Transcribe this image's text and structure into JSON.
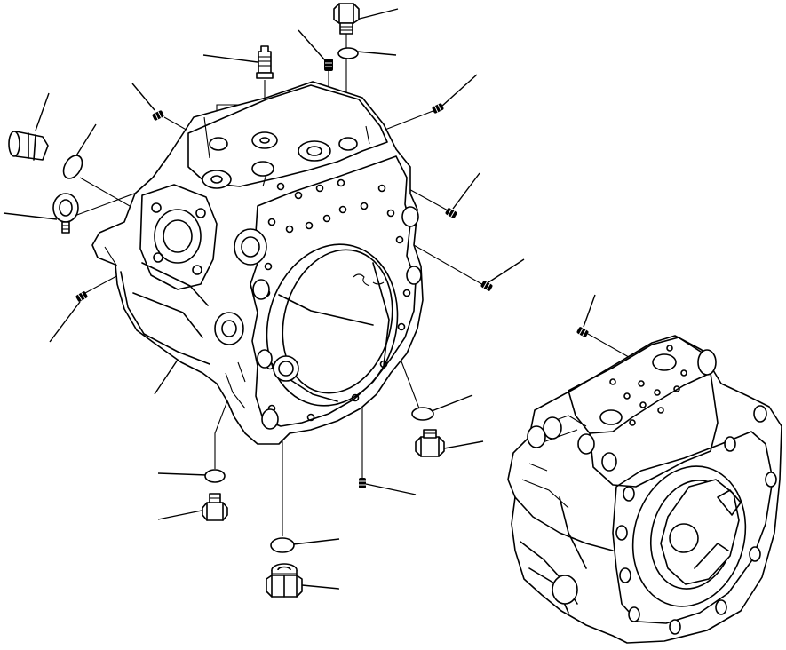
{
  "diagram": {
    "type": "exploded-parts-view",
    "line_color": "#000000",
    "background": "#ffffff",
    "parts": [
      {
        "id": "plug-top",
        "shape": "hex-plug"
      },
      {
        "id": "o-ring-top",
        "shape": "o-ring"
      },
      {
        "id": "orifice-top",
        "shape": "set-screw"
      },
      {
        "id": "sensor-top",
        "shape": "threaded-fitting"
      },
      {
        "id": "plug-left-1",
        "shape": "small-plug"
      },
      {
        "id": "plug-right-1",
        "shape": "small-plug"
      },
      {
        "id": "large-plug-left",
        "shape": "cap-plug"
      },
      {
        "id": "o-ring-left",
        "shape": "o-ring"
      },
      {
        "id": "eye-bolt",
        "shape": "lifting-eye"
      },
      {
        "id": "plug-right-2",
        "shape": "small-plug"
      },
      {
        "id": "plug-right-3",
        "shape": "small-plug"
      },
      {
        "id": "plug-left-2",
        "shape": "small-plug"
      },
      {
        "id": "pump-case",
        "shape": "housing"
      },
      {
        "id": "o-ring-right",
        "shape": "o-ring"
      },
      {
        "id": "plug-right-4",
        "shape": "hex-plug"
      },
      {
        "id": "o-ring-bottom-left",
        "shape": "o-ring"
      },
      {
        "id": "plug-bottom-left",
        "shape": "hex-plug"
      },
      {
        "id": "plug-bottom-center",
        "shape": "small-plug"
      },
      {
        "id": "o-ring-bottom",
        "shape": "o-ring"
      },
      {
        "id": "plug-bottom",
        "shape": "large-hex-plug"
      },
      {
        "id": "plug-assembly-view",
        "shape": "small-plug"
      },
      {
        "id": "pump-assembly",
        "shape": "assembly"
      }
    ]
  }
}
